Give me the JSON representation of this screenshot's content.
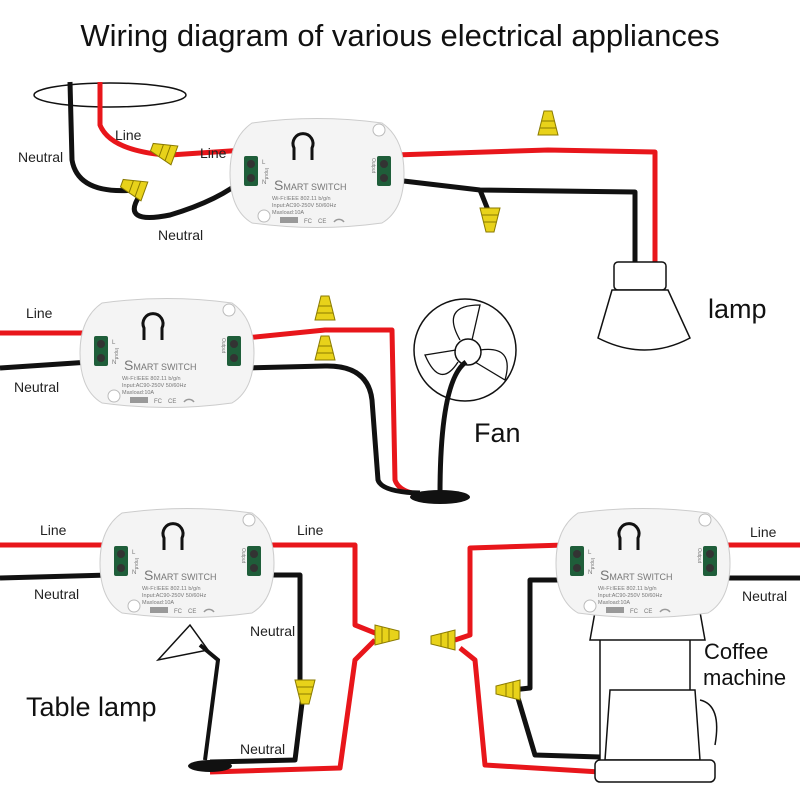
{
  "title": "Wiring diagram of various electrical appliances",
  "switch": {
    "brand_initial": "S",
    "brand_rest": "MART SWITCH",
    "spec1": "Wi-Fi:IEEE 802.11 b/g/n",
    "spec2": "Input:AC90-250V 50/60Hz",
    "spec3": "Maxload:10A",
    "input_label": "Input",
    "output_label": "Output",
    "l": "L",
    "n": "N",
    "fc": "FC",
    "ce": "CE"
  },
  "labels": {
    "line": "Line",
    "neutral": "Neutral",
    "lamp": "lamp",
    "fan": "Fan",
    "table_lamp": "Table lamp",
    "coffee_1": "Coffee",
    "coffee_2": "machine"
  },
  "colors": {
    "line_wire": "#e8161b",
    "neutral_wire": "#111111",
    "wire_nut": "#e8d21a",
    "terminal": "#1f5e3a"
  }
}
